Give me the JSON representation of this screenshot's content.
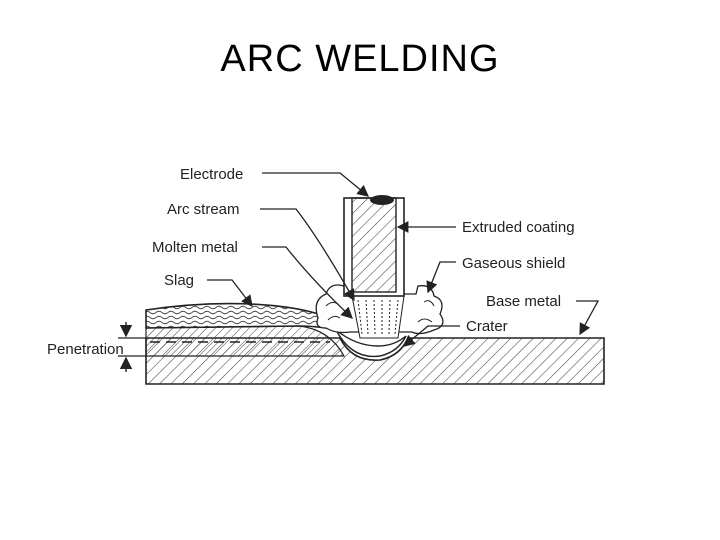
{
  "slide": {
    "title": "ARC WELDING"
  },
  "diagram": {
    "labels": {
      "electrode": "Electrode",
      "arc_stream": "Arc stream",
      "molten_metal": "Molten metal",
      "slag": "Slag",
      "penetration": "Penetration",
      "extruded_coating": "Extruded coating",
      "gaseous_shield": "Gaseous shield",
      "base_metal": "Base metal",
      "crater": "Crater"
    },
    "colors": {
      "line": "#222222",
      "hatch": "#444444",
      "background": "#ffffff"
    }
  }
}
